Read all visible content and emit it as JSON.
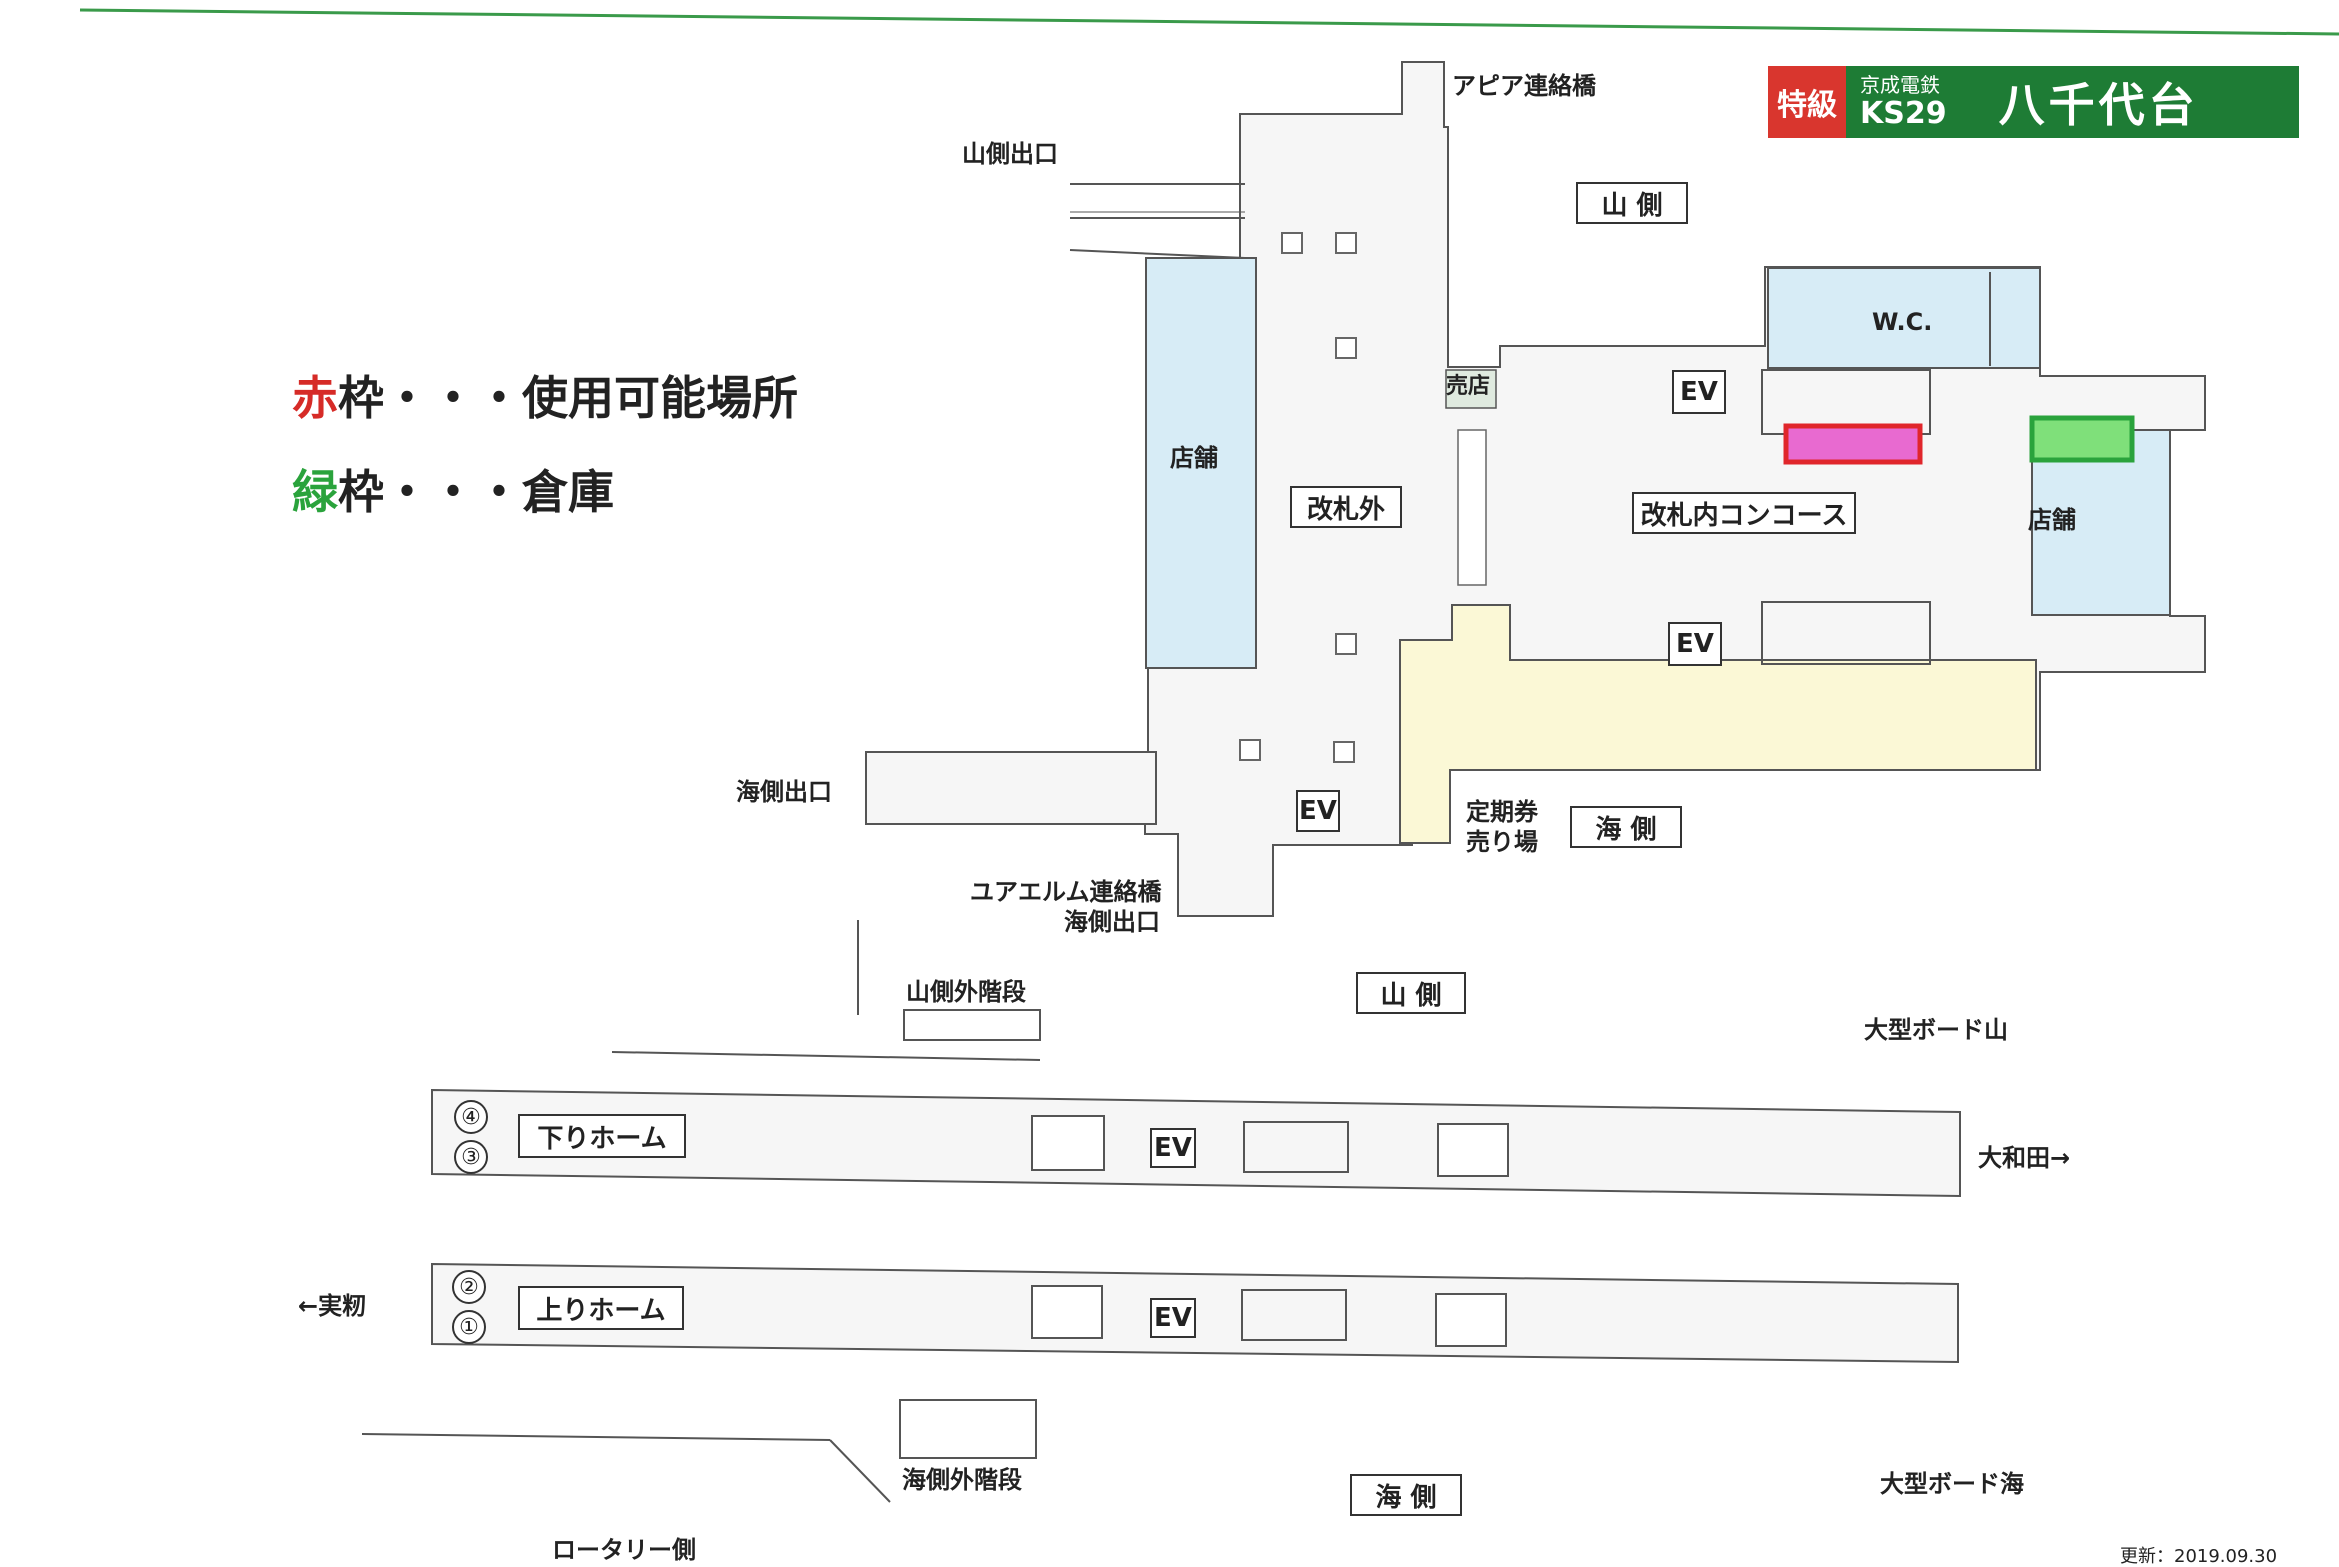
{
  "header": {
    "limited_express": "特級",
    "company": "京成電鉄",
    "station_code": "KS29",
    "station_name": "八千代台"
  },
  "legend": {
    "red_word": "赤",
    "red_text": "枠・・・使用可能場所",
    "green_word": "緑",
    "green_text": "枠・・・倉庫"
  },
  "labels": {
    "apia_bridge": "アピア連絡橋",
    "yama_exit": "山側出口",
    "umi_exit": "海側出口",
    "uaerumu_bridge": "ユアエルム連絡橋",
    "uaerumu_exit": "海側出口",
    "kiosk": "売店",
    "wc": "W.C.",
    "shop_left": "店舗",
    "shop_right": "店舗",
    "outside_gate": "改札外",
    "inside_concourse": "改札内コンコース",
    "teiki_1": "定期券",
    "teiki_2": "売り場",
    "yama_side_top": "山 側",
    "umi_side_mid": "海 側",
    "yama_outer_stairs": "山側外階段",
    "yama_side_mid": "山 側",
    "big_board_yama": "大型ボード山",
    "ohwada": "大和田→",
    "mimomi": "←実籾",
    "umi_outer_stairs": "海側外階段",
    "umi_side_bottom": "海 側",
    "big_board_umi": "大型ボード海",
    "rotary": "ロータリー側",
    "updated": "更新：2019.09.30",
    "ev": "EV"
  },
  "platforms": [
    {
      "name": "下りホーム",
      "tracks": [
        "④",
        "③"
      ]
    },
    {
      "name": "上りホーム",
      "tracks": [
        "②",
        "①"
      ]
    }
  ],
  "colors": {
    "available_frame": "#e0262b",
    "available_fill": "#e86ad0",
    "storage_frame": "#2aa33c",
    "storage_fill": "#7fe07a",
    "shop_fill": "#d7ecf6",
    "ticket_area_fill": "#fbf8d6",
    "floor_fill": "#f6f6f6",
    "brand_green": "#1e7c35",
    "brand_red": "#d9362e"
  }
}
